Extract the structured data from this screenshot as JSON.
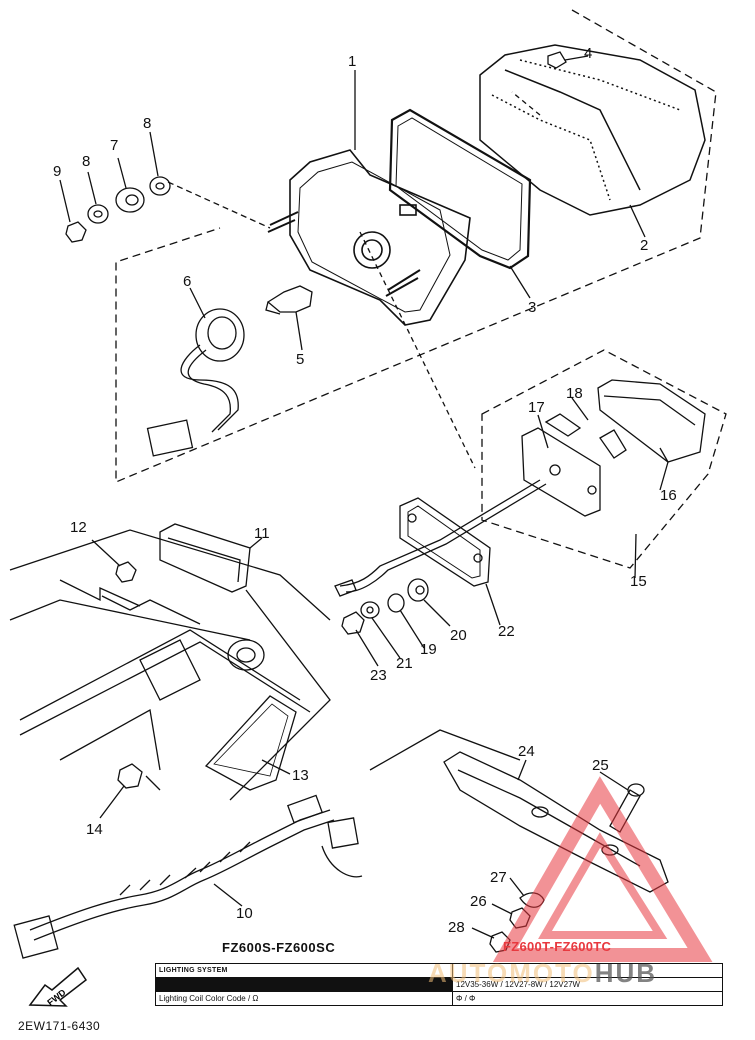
{
  "callouts": [
    {
      "id": "c1",
      "text": "1"
    },
    {
      "id": "c2",
      "text": "2"
    },
    {
      "id": "c3",
      "text": "3"
    },
    {
      "id": "c4",
      "text": "4"
    },
    {
      "id": "c5",
      "text": "5"
    },
    {
      "id": "c6",
      "text": "6"
    },
    {
      "id": "c7",
      "text": "7"
    },
    {
      "id": "c8a",
      "text": "8"
    },
    {
      "id": "c8b",
      "text": "8"
    },
    {
      "id": "c9",
      "text": "9"
    },
    {
      "id": "c10",
      "text": "10"
    },
    {
      "id": "c11",
      "text": "11"
    },
    {
      "id": "c12",
      "text": "12"
    },
    {
      "id": "c13",
      "text": "13"
    },
    {
      "id": "c14",
      "text": "14"
    },
    {
      "id": "c15",
      "text": "15"
    },
    {
      "id": "c16",
      "text": "16"
    },
    {
      "id": "c17",
      "text": "17"
    },
    {
      "id": "c18",
      "text": "18"
    },
    {
      "id": "c19",
      "text": "19"
    },
    {
      "id": "c20",
      "text": "20"
    },
    {
      "id": "c21",
      "text": "21"
    },
    {
      "id": "c22",
      "text": "22"
    },
    {
      "id": "c23",
      "text": "23"
    },
    {
      "id": "c24",
      "text": "24"
    },
    {
      "id": "c25",
      "text": "25"
    },
    {
      "id": "c26",
      "text": "26"
    },
    {
      "id": "c27",
      "text": "27"
    },
    {
      "id": "c28",
      "text": "28"
    }
  ],
  "models": {
    "left": "FZ600S-FZ600SC",
    "right": "FZ600T-FZ600TC"
  },
  "spec_table": {
    "header": "LIGHTING SYSTEM",
    "row1_values": "12V35-36W / 12V27-8W / 12V27W",
    "row2_label": "Lighting Coil Color Code / Ω",
    "row2_values": "Φ / Φ"
  },
  "fwd_label": "FWD",
  "drawing_number": "2EW171-6430",
  "watermark": {
    "part1": "AUTO",
    "part2": "MOTO",
    "part3": "HUB"
  },
  "colors": {
    "line": "#111111",
    "model_right": "#e8393f",
    "watermark_triangle": "#e8393f"
  }
}
